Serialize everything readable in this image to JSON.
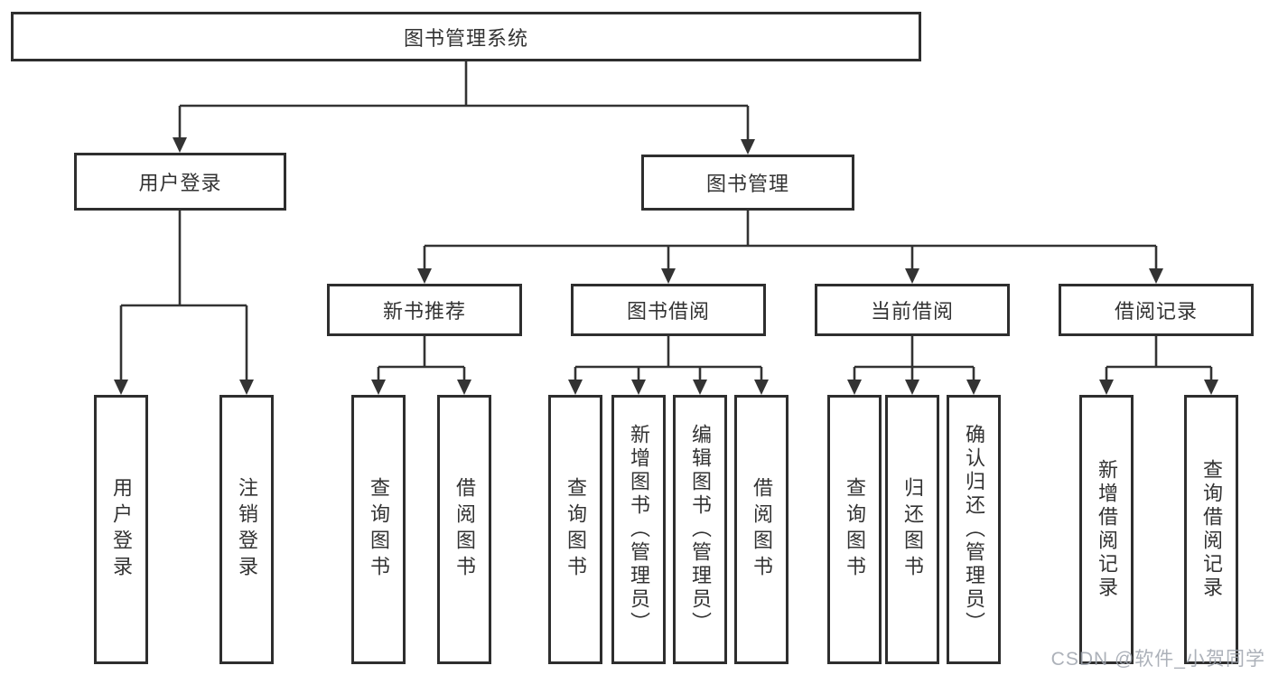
{
  "tree": {
    "root": {
      "label": "图书管理系统",
      "children": [
        {
          "label": "用户登录",
          "children": [
            {
              "label": "用户登录"
            },
            {
              "label": "注销登录"
            }
          ]
        },
        {
          "label": "图书管理",
          "children": [
            {
              "label": "新书推荐",
              "children": [
                {
                  "label": "查询图书"
                },
                {
                  "label": "借阅图书"
                }
              ]
            },
            {
              "label": "图书借阅",
              "children": [
                {
                  "label": "查询图书"
                },
                {
                  "label": "新增图书（管理员）"
                },
                {
                  "label": "编辑图书（管理员）"
                },
                {
                  "label": "借阅图书"
                }
              ]
            },
            {
              "label": "当前借阅",
              "children": [
                {
                  "label": "查询图书"
                },
                {
                  "label": "归还图书"
                },
                {
                  "label": "确认归还（管理员）"
                }
              ]
            },
            {
              "label": "借阅记录",
              "children": [
                {
                  "label": "新增借阅记录"
                },
                {
                  "label": "查询借阅记录"
                }
              ]
            }
          ]
        }
      ]
    }
  },
  "watermark": {
    "text": "CSDN @软件_小贺同学",
    "color": "#9ea3ad"
  },
  "colors": {
    "background": "#ffffff",
    "box_fill": "#ffffff",
    "box_border": "#2e2e2e",
    "line": "#333333",
    "text": "#333333"
  }
}
